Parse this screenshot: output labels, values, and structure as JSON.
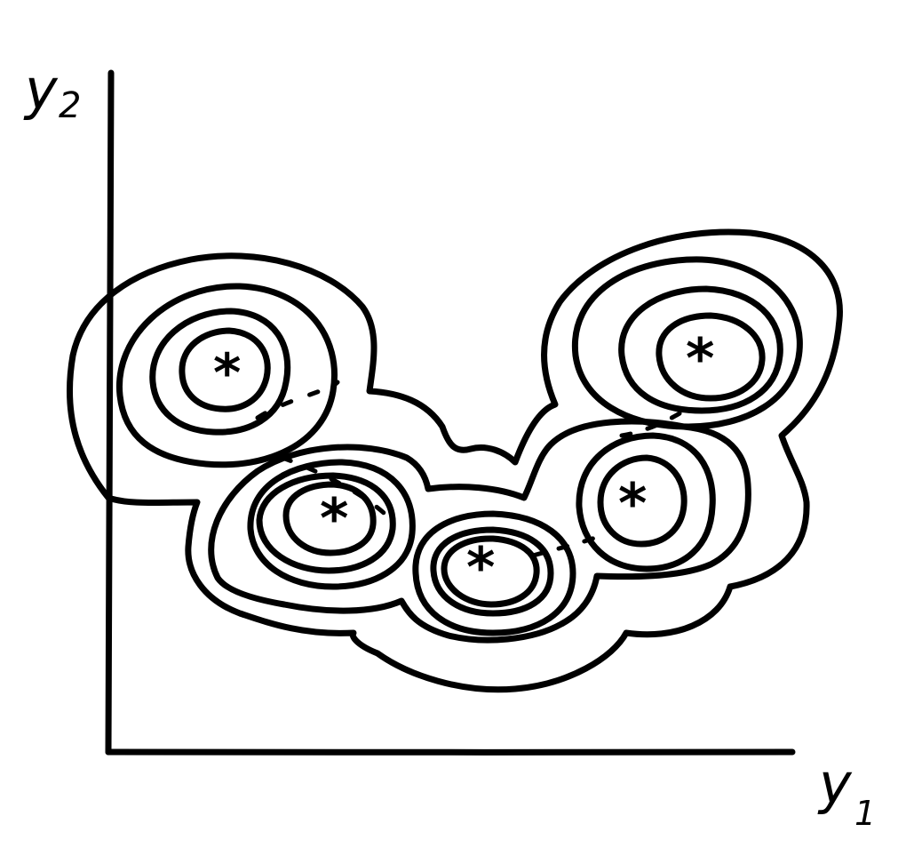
{
  "axes": {
    "y_axis_label": "y",
    "y_axis_subscript": "2",
    "x_axis_label": "y",
    "x_axis_subscript": "1"
  },
  "clusters": [
    {
      "marker": "*"
    },
    {
      "marker": "*"
    },
    {
      "marker": "*"
    },
    {
      "marker": "*"
    },
    {
      "marker": "*"
    }
  ],
  "style": {
    "ink_color": "#000000",
    "background": "#ffffff"
  }
}
